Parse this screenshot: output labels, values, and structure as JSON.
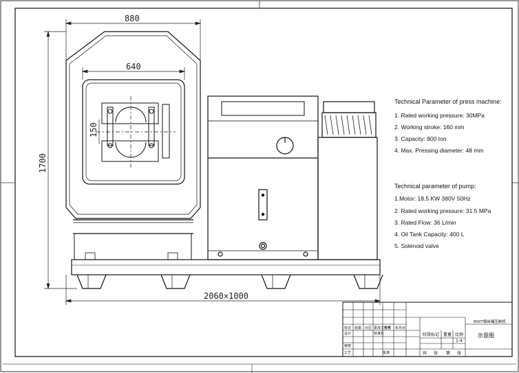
{
  "dimensions": {
    "frame_width": "880",
    "frame_opening": "640",
    "height": "1700",
    "stroke": "150",
    "overall_length": "2060×1000"
  },
  "press_parameters": {
    "title": "Technical Parameter of press machine:",
    "items": [
      "1. Rated working pressure: 30MPa",
      "2. Working stroke: 160 mm",
      "3. Capacity: 800 ton",
      "4. Max. Pressing diameter: 48 mm"
    ]
  },
  "pump_parameters": {
    "title": "Technical parameter of pump:",
    "items": [
      "1.Motor: 18.5 KW 380V 50Hz",
      "2. Rated working pressure: 31.5 MPa",
      "3. Rated Flow: 36 L/min",
      "4. Oil Tank Capacity: 400 L",
      "5. Solenoid valve"
    ]
  },
  "title_block": {
    "drawing_name": "800T钢丝绳压制机",
    "drawing_title": "示意图",
    "stage_mark": "阶段标记",
    "weight": "重量",
    "scale": "比例",
    "scale_value": "1:4",
    "total": "共",
    "sheet_count": "张",
    "sheet_no": "第",
    "sheet_label": "张",
    "row_marks": [
      "标记",
      "处数",
      "分区",
      "更改文件号",
      "签名",
      "年月日"
    ],
    "designer": "设计",
    "standardization": "标准化",
    "reviewer": "审核",
    "process": "工艺",
    "approve": "批准"
  }
}
